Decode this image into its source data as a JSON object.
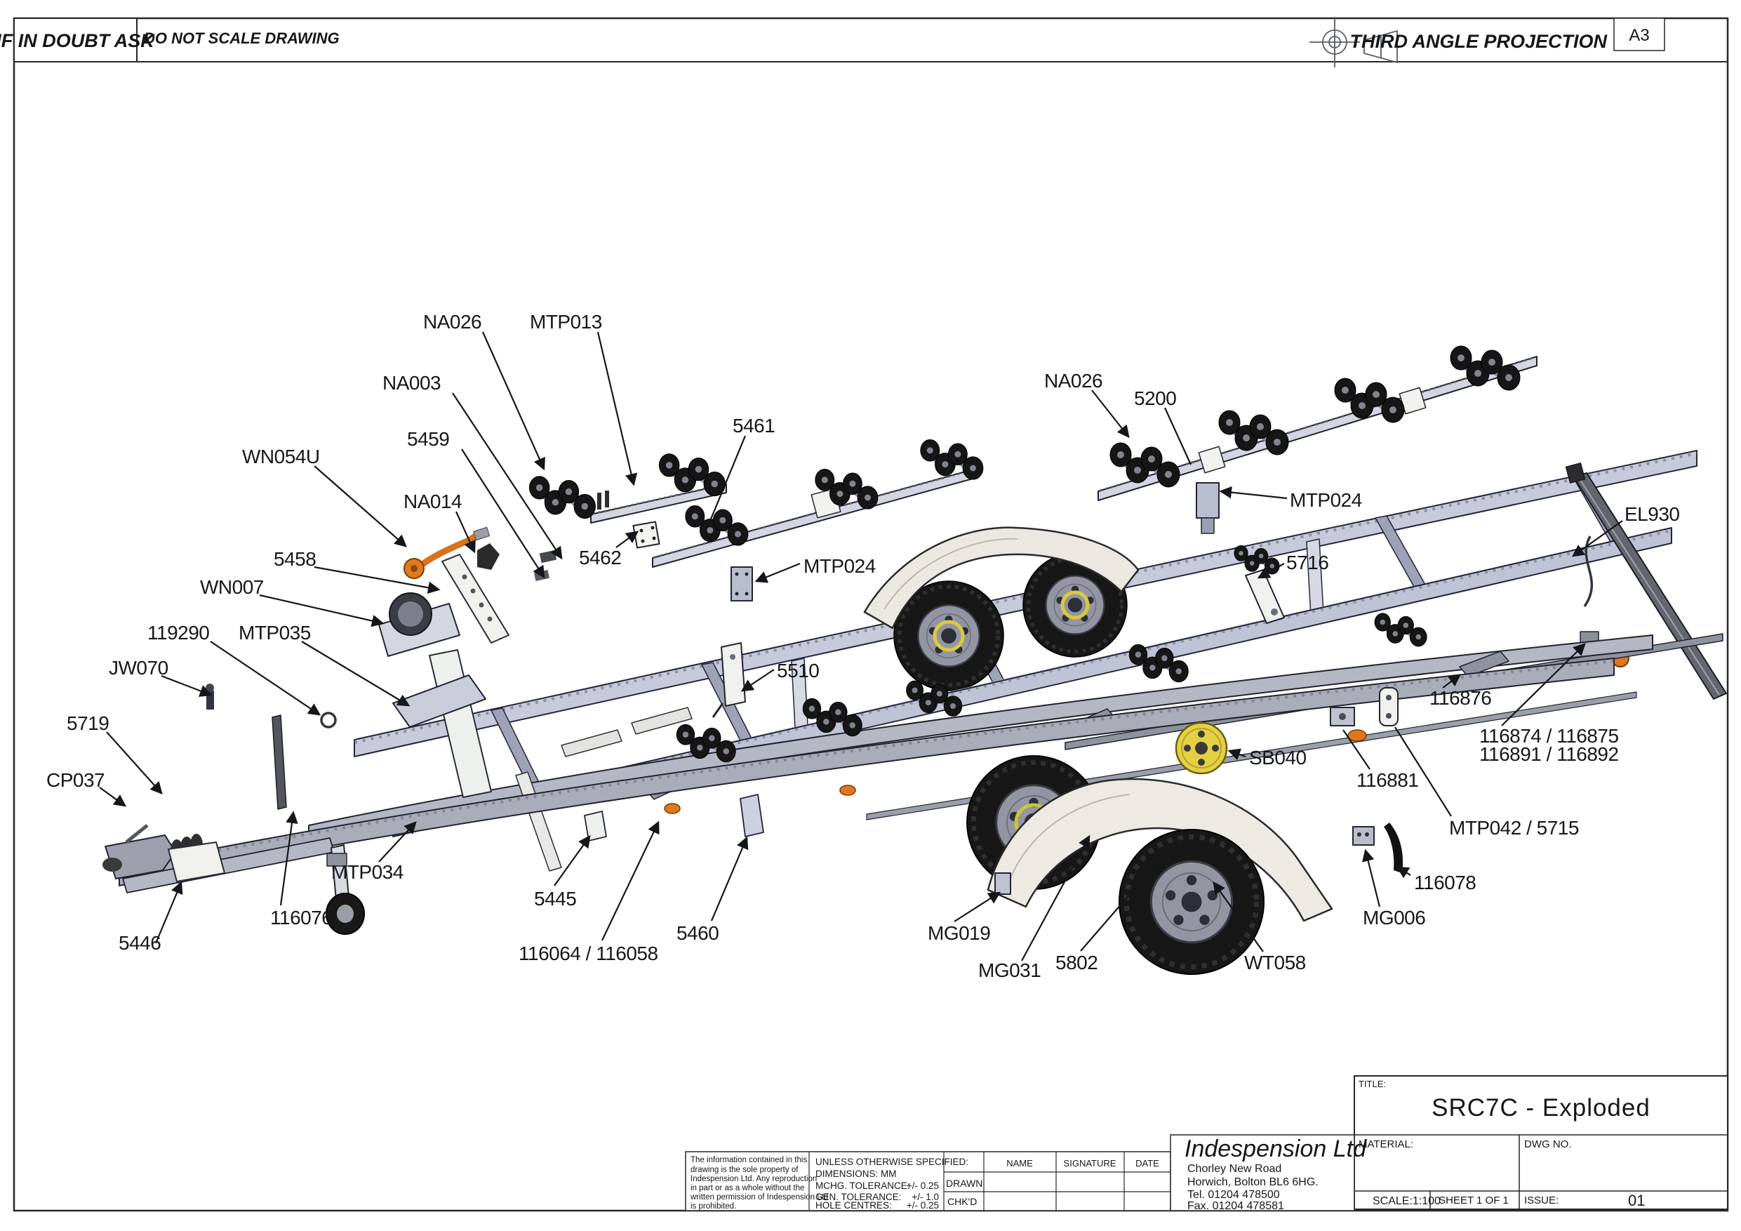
{
  "header": {
    "warning": "IF IN DOUBT ASK",
    "no_scale": "DO NOT SCALE DRAWING",
    "projection": "THIRD ANGLE PROJECTION",
    "sheet_size": "A3"
  },
  "part_labels": [
    "NA026",
    "MTP013",
    "NA003",
    "5459",
    "WN054U",
    "NA014",
    "5458",
    "WN007",
    "119290",
    "MTP035",
    "JW070",
    "5719",
    "CP037",
    "5446",
    "116076",
    "MTP034",
    "5445",
    "116064 / 116058",
    "5460",
    "5510",
    "MTP024",
    "5462",
    "5461",
    "NA026",
    "5200",
    "MTP024",
    "EL930",
    "5716",
    "116876",
    "116874 / 116875",
    "116891 / 116892",
    "SB040",
    "116881",
    "MTP042 / 5715",
    "116078",
    "MG006",
    "WT058",
    "5802",
    "MG031",
    "MG019"
  ],
  "title_block": {
    "title_label": "TITLE:",
    "title": "SRC7C - Exploded",
    "material_label": "MATERIAL:",
    "dwg_label": "DWG NO.",
    "scale": "SCALE:1:100",
    "sheet": "SHEET 1 OF 1",
    "issue_label": "ISSUE:",
    "issue": "01"
  },
  "company": {
    "name": "Indespension Ltd",
    "address1": "Chorley New Road",
    "address2": "Horwich, Bolton BL6 6HG.",
    "tel": "Tel. 01204 478500",
    "fax": "Fax. 01204 478581"
  },
  "disclaimer_lines": [
    "The information contained in this",
    "drawing is the sole property of",
    "Indespension Ltd. Any reproduction",
    "in part or as a whole without the",
    "written permission of Indespension Ltd",
    "is prohibited."
  ],
  "tolerances": {
    "heading": "UNLESS OTHERWISE SPECIFIED:",
    "dimensions": "DIMENSIONS:  MM",
    "rows": [
      {
        "label": "MCHG. TOLERANCE:",
        "value": "+/- 0.25"
      },
      {
        "label": "GEN. TOLERANCE:",
        "value": "+/- 1.0"
      },
      {
        "label": "HOLE CENTRES:",
        "value": "+/- 0.25"
      }
    ]
  },
  "sign_table": {
    "name": "NAME",
    "signature": "SIGNATURE",
    "date": "DATE",
    "drawn": "DRAWN",
    "chkd": "CHK'D"
  },
  "colors": {
    "frame_lavender": "#c6cadb",
    "frame_galv": "#a9adb9",
    "tire_black": "#161616",
    "mudguard": "#eae8e1",
    "hub_yellow": "#e3d043",
    "accent_orange": "#e0771c"
  }
}
